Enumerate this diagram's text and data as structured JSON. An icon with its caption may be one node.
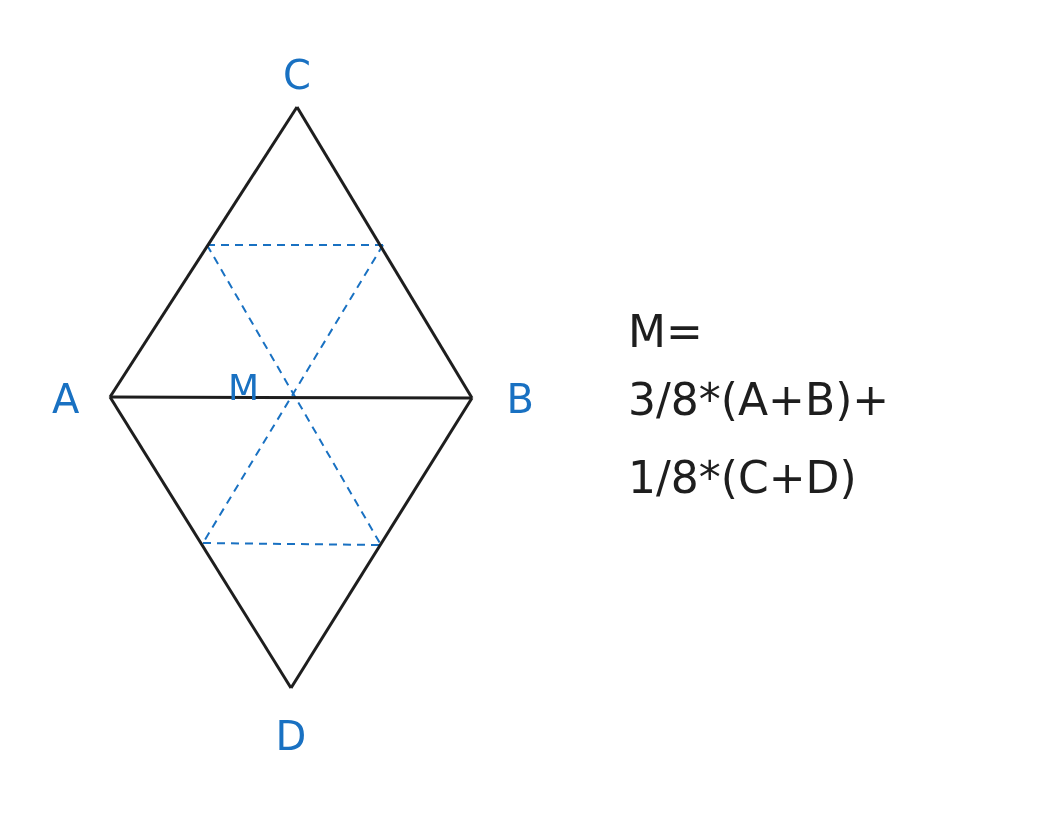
{
  "diagram": {
    "nodes": [
      {
        "text": [
          "C"
        ]
      },
      {
        "text": [
          "A"
        ]
      },
      {
        "text": [
          "B"
        ]
      },
      {
        "text": [
          "D"
        ]
      }
    ],
    "edges": [
      {
        "from": 0,
        "to": 1,
        "arrow": "none"
      },
      {
        "from": 0,
        "to": 2,
        "arrow": "none"
      },
      {
        "from": 1,
        "to": 2,
        "arrow": "none"
      },
      {
        "from": 1,
        "to": 3,
        "arrow": "none"
      },
      {
        "from": 2,
        "to": 3,
        "arrow": "none"
      }
    ],
    "labels": [
      "M",
      "M=",
      "3/8*(A+B)+",
      "1/8*(C+D)"
    ]
  }
}
